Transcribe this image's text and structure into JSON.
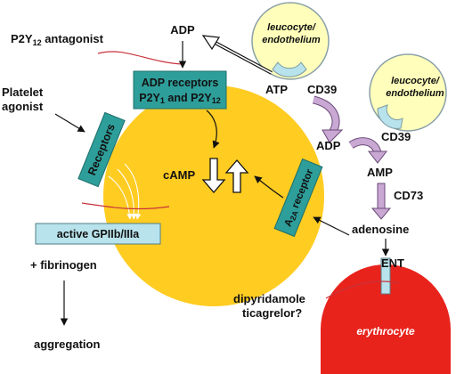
{
  "labels": {
    "p2y12_antagonist": "P2Y",
    "p2y12_antagonist_sub": "12",
    "p2y12_antagonist_rest": " antagonist",
    "adp_top": "ADP",
    "atp": "ATP",
    "cd39_a": "CD39",
    "cd39_b": "CD39",
    "adp_mid": "ADP",
    "amp": "AMP",
    "cd73": "CD73",
    "adenosine": "adenosine",
    "ent": "ENT",
    "camp": "cAMP",
    "platelet_agonist_line1": "Platelet",
    "platelet_agonist_line2": "agonist",
    "fibrinogen": "+ fibrinogen",
    "aggregation": "aggregation",
    "dipyridamole": "dipyridamole",
    "ticagrelor": "ticagrelor?",
    "erythrocyte": "erythrocyte"
  },
  "cells": {
    "leucocyte_a_line1": "leucocyte/",
    "leucocyte_a_line2": "endothelium",
    "leucocyte_b_line1": "leucocyte/",
    "leucocyte_b_line2": "endothelium"
  },
  "boxes": {
    "adp_receptors_line1": "ADP receptors",
    "adp_receptors_line2_a": "P2Y",
    "adp_receptors_line2_sub1": "1",
    "adp_receptors_line2_b": " and P2Y",
    "adp_receptors_line2_sub2": "12",
    "receptors": "Receptors",
    "a2a_prefix": "A",
    "a2a_sub": "2A",
    "a2a_rest": " receptor",
    "gpiib": "active GPIIb/IIIa"
  },
  "colors": {
    "platelet": "#FFCC22",
    "teal_box": "#2E9E9A",
    "light_blue_box": "#B9E3EC",
    "cell_fill": "#FFFFBB",
    "enzyme_arrow": "#C9A8D4",
    "erythrocyte": "#E8231C",
    "antagonist_line": "#C8323A"
  }
}
